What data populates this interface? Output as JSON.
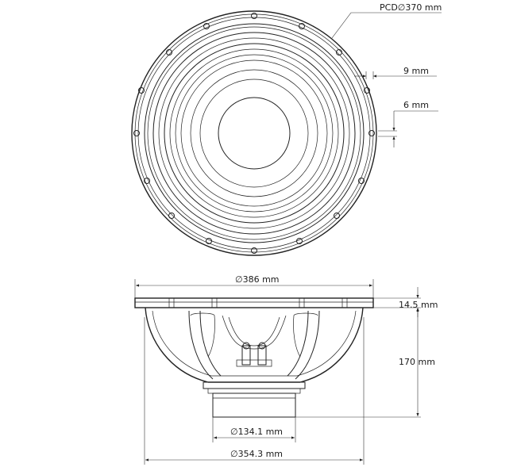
{
  "dimensions": {
    "pcd": "PCD∅370 mm",
    "slot_width": "9 mm",
    "slot_height": "6 mm",
    "outer_diameter": "∅386 mm",
    "flange_thickness": "14.5 mm",
    "depth": "170 mm",
    "magnet_diameter": "∅134.1 mm",
    "cutout_diameter": "∅354.3 mm"
  },
  "colors": {
    "line": "#222222",
    "background": "#ffffff"
  }
}
